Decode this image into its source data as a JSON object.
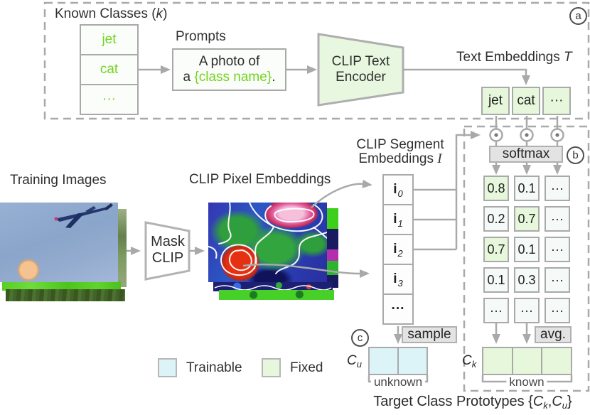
{
  "figure": {
    "badges": {
      "a": "a",
      "b": "b",
      "c": "c"
    },
    "known_classes": {
      "title": {
        "pre": "Known Classes (",
        "it": "k",
        "post": ")"
      },
      "items": [
        "jet",
        "cat",
        "···"
      ]
    },
    "prompts": {
      "label": "Prompts",
      "line1": "A photo of",
      "line2_pre": "a ",
      "line2_green": "{class name}",
      "line2_post": "."
    },
    "text_encoder": {
      "line1": "CLIP Text",
      "line2": "Encoder"
    },
    "text_embeddings": {
      "label_pre": "Text Embeddings ",
      "label_it": "T",
      "cells": [
        "jet",
        "cat",
        "···"
      ]
    },
    "training": {
      "label": "Training Images"
    },
    "mask_clip": {
      "line1": "Mask",
      "line2": "CLIP"
    },
    "pixel_embeddings": {
      "label": "CLIP Pixel Embeddings"
    },
    "segment_embeddings": {
      "label_line1": "CLIP Segment",
      "label_line2_pre": "Embeddings ",
      "label_line2_it": "I",
      "cells": [
        {
          "base": "i",
          "sub": "0"
        },
        {
          "base": "i",
          "sub": "1"
        },
        {
          "base": "i",
          "sub": "2"
        },
        {
          "base": "i",
          "sub": "3"
        },
        {
          "base": "···",
          "sub": ""
        }
      ]
    },
    "softmax_label": "softmax",
    "matrix": {
      "rows": [
        {
          "cells": [
            "0.8",
            "0.1",
            "···"
          ]
        },
        {
          "cells": [
            "0.2",
            "0.7",
            "···"
          ]
        },
        {
          "cells": [
            "0.7",
            "0.1",
            "···"
          ]
        },
        {
          "cells": [
            "0.1",
            "0.3",
            "···"
          ]
        },
        {
          "cells": [
            "···",
            "···",
            "···"
          ]
        }
      ],
      "highlighted_cells": [
        [
          0,
          0
        ],
        [
          1,
          1
        ],
        [
          2,
          0
        ]
      ]
    },
    "ops": {
      "sample": "sample",
      "avg": "avg."
    },
    "prototypes": {
      "cu_label": {
        "it": "C",
        "sub": "u"
      },
      "ck_label": {
        "it": "C",
        "sub": "k"
      },
      "unknown": "unknown",
      "known": "known"
    },
    "legend": {
      "trainable": "Trainable",
      "fixed": "Fixed"
    },
    "footer": {
      "pre": "Target Class Prototypes {",
      "c1": "C",
      "s1": "k",
      "comma": ",",
      "c2": "C",
      "s2": "u",
      "post": "}"
    },
    "colors": {
      "class_text_green": "#72d41f",
      "fixed_fill": "#e6f7dc",
      "trainable_fill": "#dcf4f7",
      "border_gray": "#a9a9a9",
      "op_label_bg": "#e3e3e3"
    }
  }
}
